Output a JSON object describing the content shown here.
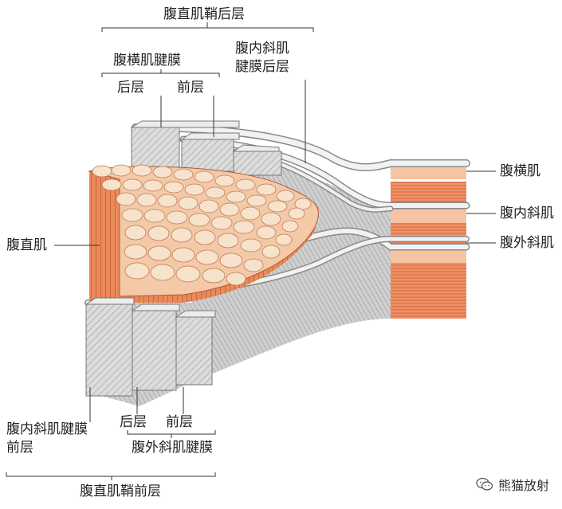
{
  "labels": {
    "rectus_sheath_posterior": "腹直肌鞘后层",
    "transversus_aponeurosis": "腹横肌腱膜",
    "transversus_aponeurosis_posterior": "后层",
    "transversus_aponeurosis_anterior": "前层",
    "internal_oblique_aponeurosis_posterior": "腹内斜肌\n腱膜后层",
    "transversus_muscle": "腹横肌",
    "internal_oblique_muscle": "腹内斜肌",
    "external_oblique_muscle": "腹外斜肌",
    "rectus_muscle": "腹直肌",
    "internal_oblique_aponeurosis_anterior": "腹内斜肌腱膜\n前层",
    "external_oblique_aponeurosis_posterior": "后层",
    "external_oblique_aponeurosis_anterior": "前层",
    "external_oblique_aponeurosis": "腹外斜肌腱膜",
    "rectus_sheath_anterior": "腹直肌鞘前层"
  },
  "watermark": {
    "text": "熊猫放射",
    "icon": "wechat-icon"
  },
  "colors": {
    "muscle": "#e2764a",
    "muscle_light": "#f6c7a6",
    "fiber_end": "#f7e2cc",
    "fascia": "#d9d9d9",
    "fascia_dark": "#a3a3a3",
    "line": "#333333"
  }
}
